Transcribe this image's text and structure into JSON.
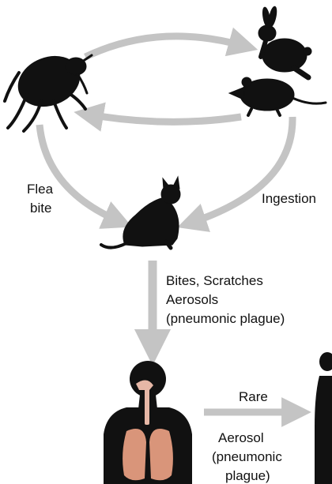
{
  "labels": {
    "flea_bite": [
      "Flea",
      "bite"
    ],
    "ingestion": "Ingestion",
    "cat_to_human": [
      "Bites, Scratches",
      "Aerosols",
      "(pneumonic plague)"
    ],
    "rare": "Rare",
    "human_to_human": [
      "Aerosol",
      "(pneumonic",
      "plague)"
    ]
  },
  "colors": {
    "arrow": "#c4c4c4",
    "silhouette": "#111111",
    "lungs": "#d9957a",
    "airway": "#e6b7a6"
  },
  "icons": [
    "flea-icon",
    "rabbit-icon",
    "rat-icon",
    "cat-icon",
    "human-icon",
    "human-silhouette-icon"
  ]
}
